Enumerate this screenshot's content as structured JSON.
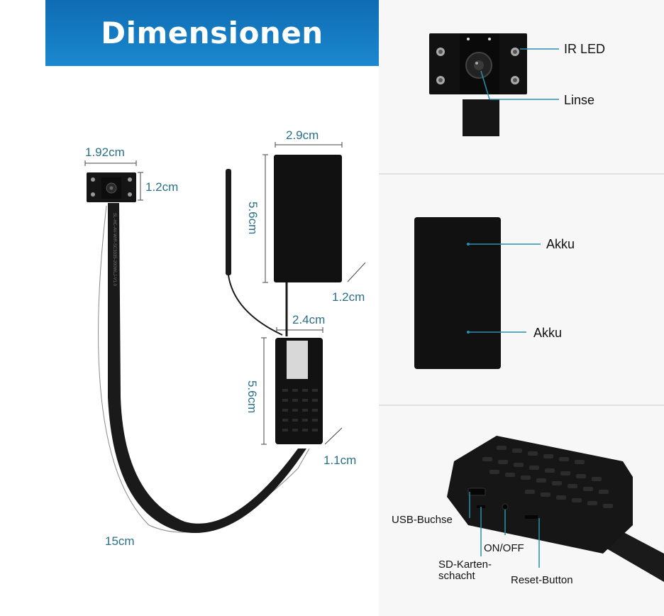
{
  "title": "Dimensionen",
  "dimensions": {
    "camera_width": "1.92cm",
    "camera_height": "1.2cm",
    "battery_width": "2.9cm",
    "battery_height": "5.6cm",
    "battery_depth": "1.2cm",
    "board_width": "2.4cm",
    "board_height": "5.6cm",
    "board_depth": "1.1cm",
    "cable_length": "15cm"
  },
  "camera_detail": {
    "ir_led_label": "IR LED",
    "lens_label": "Linse"
  },
  "battery_detail": {
    "label_top": "Akku",
    "label_bottom": "Akku"
  },
  "ports_detail": {
    "usb_label": "USB-Buchse",
    "onoff_label": "ON/OFF",
    "sd_label_line1": "SD-Karten-",
    "sd_label_line2": "schacht",
    "reset_label": "Reset-Button"
  },
  "colors": {
    "header": "#1380c4",
    "dimension_text": "#2a6f88",
    "callout_line": "#2a8fb0"
  }
}
